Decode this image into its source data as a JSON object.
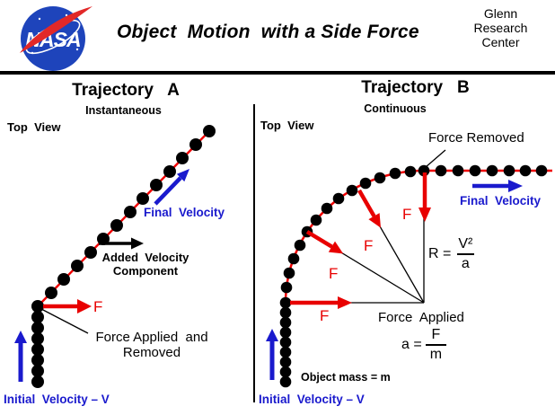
{
  "colors": {
    "trajectory_red": "#f00000",
    "arrow_red": "#e80000",
    "label_blue": "#1a1acd",
    "nasa_blue": "#1e44bb",
    "nasa_red": "#e22828",
    "black": "#000000"
  },
  "header": {
    "logo_text": "NASA",
    "title": "Object  Motion  with a Side Force",
    "org_line1": "Glenn",
    "org_line2": "Research",
    "org_line3": "Center"
  },
  "panel_a": {
    "heading": "Trajectory   A",
    "subheading": "Instantaneous",
    "view_label": "Top  View",
    "final_velocity_label": "Final  Velocity",
    "added_velocity_line1": "Added  Velocity",
    "added_velocity_line2": "Component",
    "force_symbol": "F",
    "force_note_line1": "Force Applied  and",
    "force_note_line2": "Removed",
    "initial_velocity_label": "Initial  Velocity – V"
  },
  "panel_b": {
    "heading": "Trajectory   B",
    "subheading": "Continuous",
    "view_label": "Top  View",
    "force_removed_label": "Force Removed",
    "final_velocity_label": "Final  Velocity",
    "force_symbols": [
      "F",
      "F",
      "F",
      "F"
    ],
    "radius_formula": {
      "lhs": "R =",
      "numerator": "V²",
      "denominator": "a"
    },
    "force_applied_label": "Force  Applied",
    "accel_formula": {
      "lhs": "a =",
      "numerator": "F",
      "denominator": "m"
    },
    "object_mass_label": "Object mass = m",
    "initial_velocity_label": "Initial  Velocity – V"
  }
}
